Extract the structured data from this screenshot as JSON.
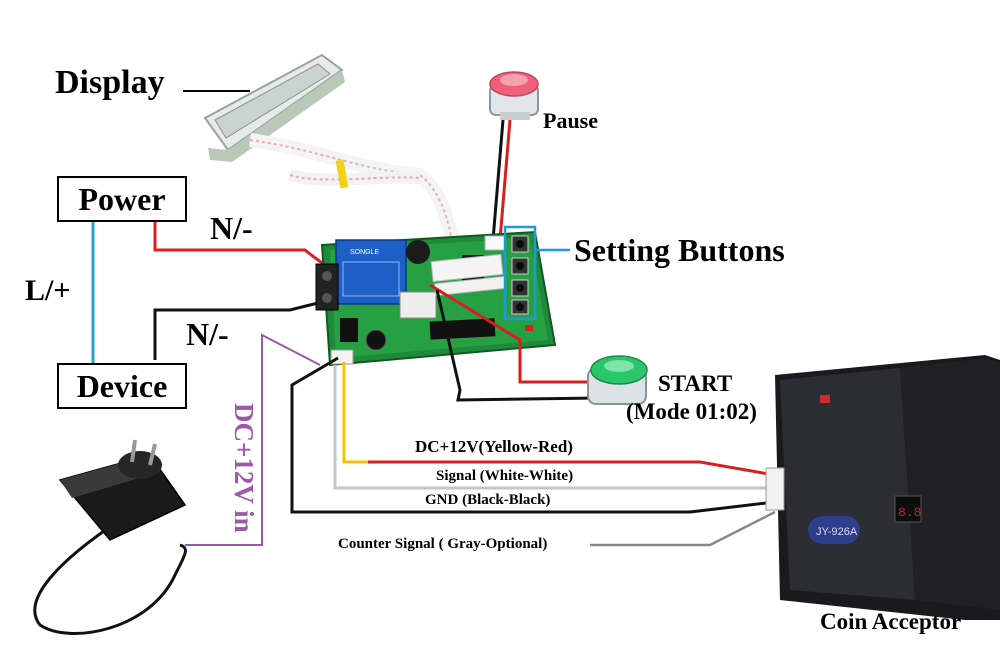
{
  "labels": {
    "display": "Display",
    "pause": "Pause",
    "power": "Power",
    "device": "Device",
    "l_plus": "L/+",
    "n_minus_top": "N/-",
    "n_minus_bottom": "N/-",
    "setting_buttons": "Setting Buttons",
    "start": "START",
    "start_mode": "(Mode 01:02)",
    "dc_in": "DC+12V in",
    "coin_acceptor": "Coin Acceptor",
    "relay_brand": "SONGLE",
    "acceptor_model": "JY-926A"
  },
  "wires": {
    "dc12v": "DC+12V(Yellow-Red)",
    "signal": "Signal (White-White)",
    "gnd": "GND (Black-Black)",
    "counter": "Counter Signal ( Gray-Optional)"
  },
  "colors": {
    "power_wire": "#d81e1e",
    "device_wire": "#111111",
    "l_wire": "#2aa5c8",
    "dc_wire": "#9b59a8",
    "yellow_wire": "#f5c400",
    "pcb": "#1f8a3a",
    "setting_box": "#1e9bd7",
    "pause_button": "#f0607a",
    "start_button": "#29c76a"
  }
}
